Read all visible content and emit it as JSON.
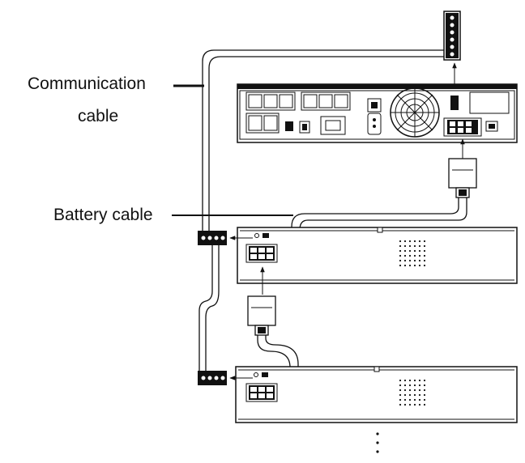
{
  "labels": {
    "communication_line1": "Communication",
    "communication_line2": "cable",
    "battery": "Battery cable"
  },
  "colors": {
    "line": "#111111",
    "background": "#ffffff"
  }
}
